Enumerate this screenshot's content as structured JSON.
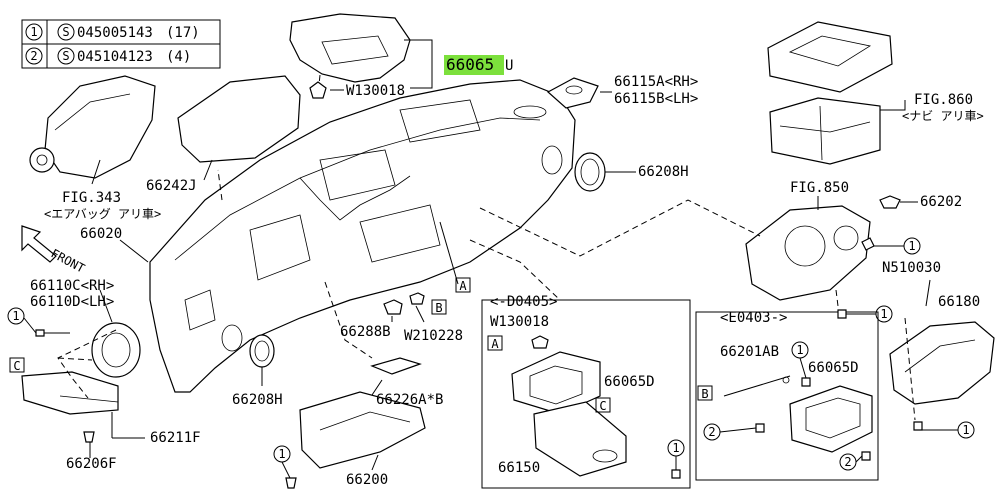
{
  "legend": {
    "rows": [
      {
        "ref": "1",
        "prefix": "S",
        "number": "045005143",
        "qty": "(17)"
      },
      {
        "ref": "2",
        "prefix": "S",
        "number": "045104123",
        "qty": "(4)"
      }
    ]
  },
  "highlight": {
    "part_number": "66065",
    "suffix": "U",
    "color": "#7CE03C"
  },
  "labels": {
    "w130018_top": "W130018",
    "p66115a": "66115A<RH>",
    "p66115b": "66115B<LH>",
    "fig860": "FIG.860",
    "fig860_note": "<ナビ アリ車>",
    "fig343": "FIG.343",
    "fig343_note": "<エアバッグ アリ車>",
    "p66242j": "66242J",
    "p66208h_top": "66208H",
    "fig850": "FIG.850",
    "p66202": "66202",
    "front": "FRONT",
    "p66020": "66020",
    "n510030": "N510030",
    "p66110c": "66110C<RH>",
    "p66110d": "66110D<LH>",
    "p66180": "66180",
    "ref_a_main": "A",
    "ref_b_main": "B",
    "p66288b": "66288B",
    "w210228": "W210228",
    "group_left_title": "<-D0405>",
    "w130018_inset": "W130018",
    "ref_a_inset": "A",
    "group_right_title": "<E0403->",
    "ref_c_left": "C",
    "p66065d_left": "66065D",
    "ref_c_inset": "C",
    "p66201ab": "66201AB",
    "p66065d_right": "66065D",
    "ref_b_inset": "B",
    "p66208h_bottom": "66208H",
    "p66226": "66226A*B",
    "p66211f": "66211F",
    "p66150": "66150",
    "p66206f": "66206F",
    "p66200": "66200",
    "circ1": "1",
    "circ2": "2"
  }
}
